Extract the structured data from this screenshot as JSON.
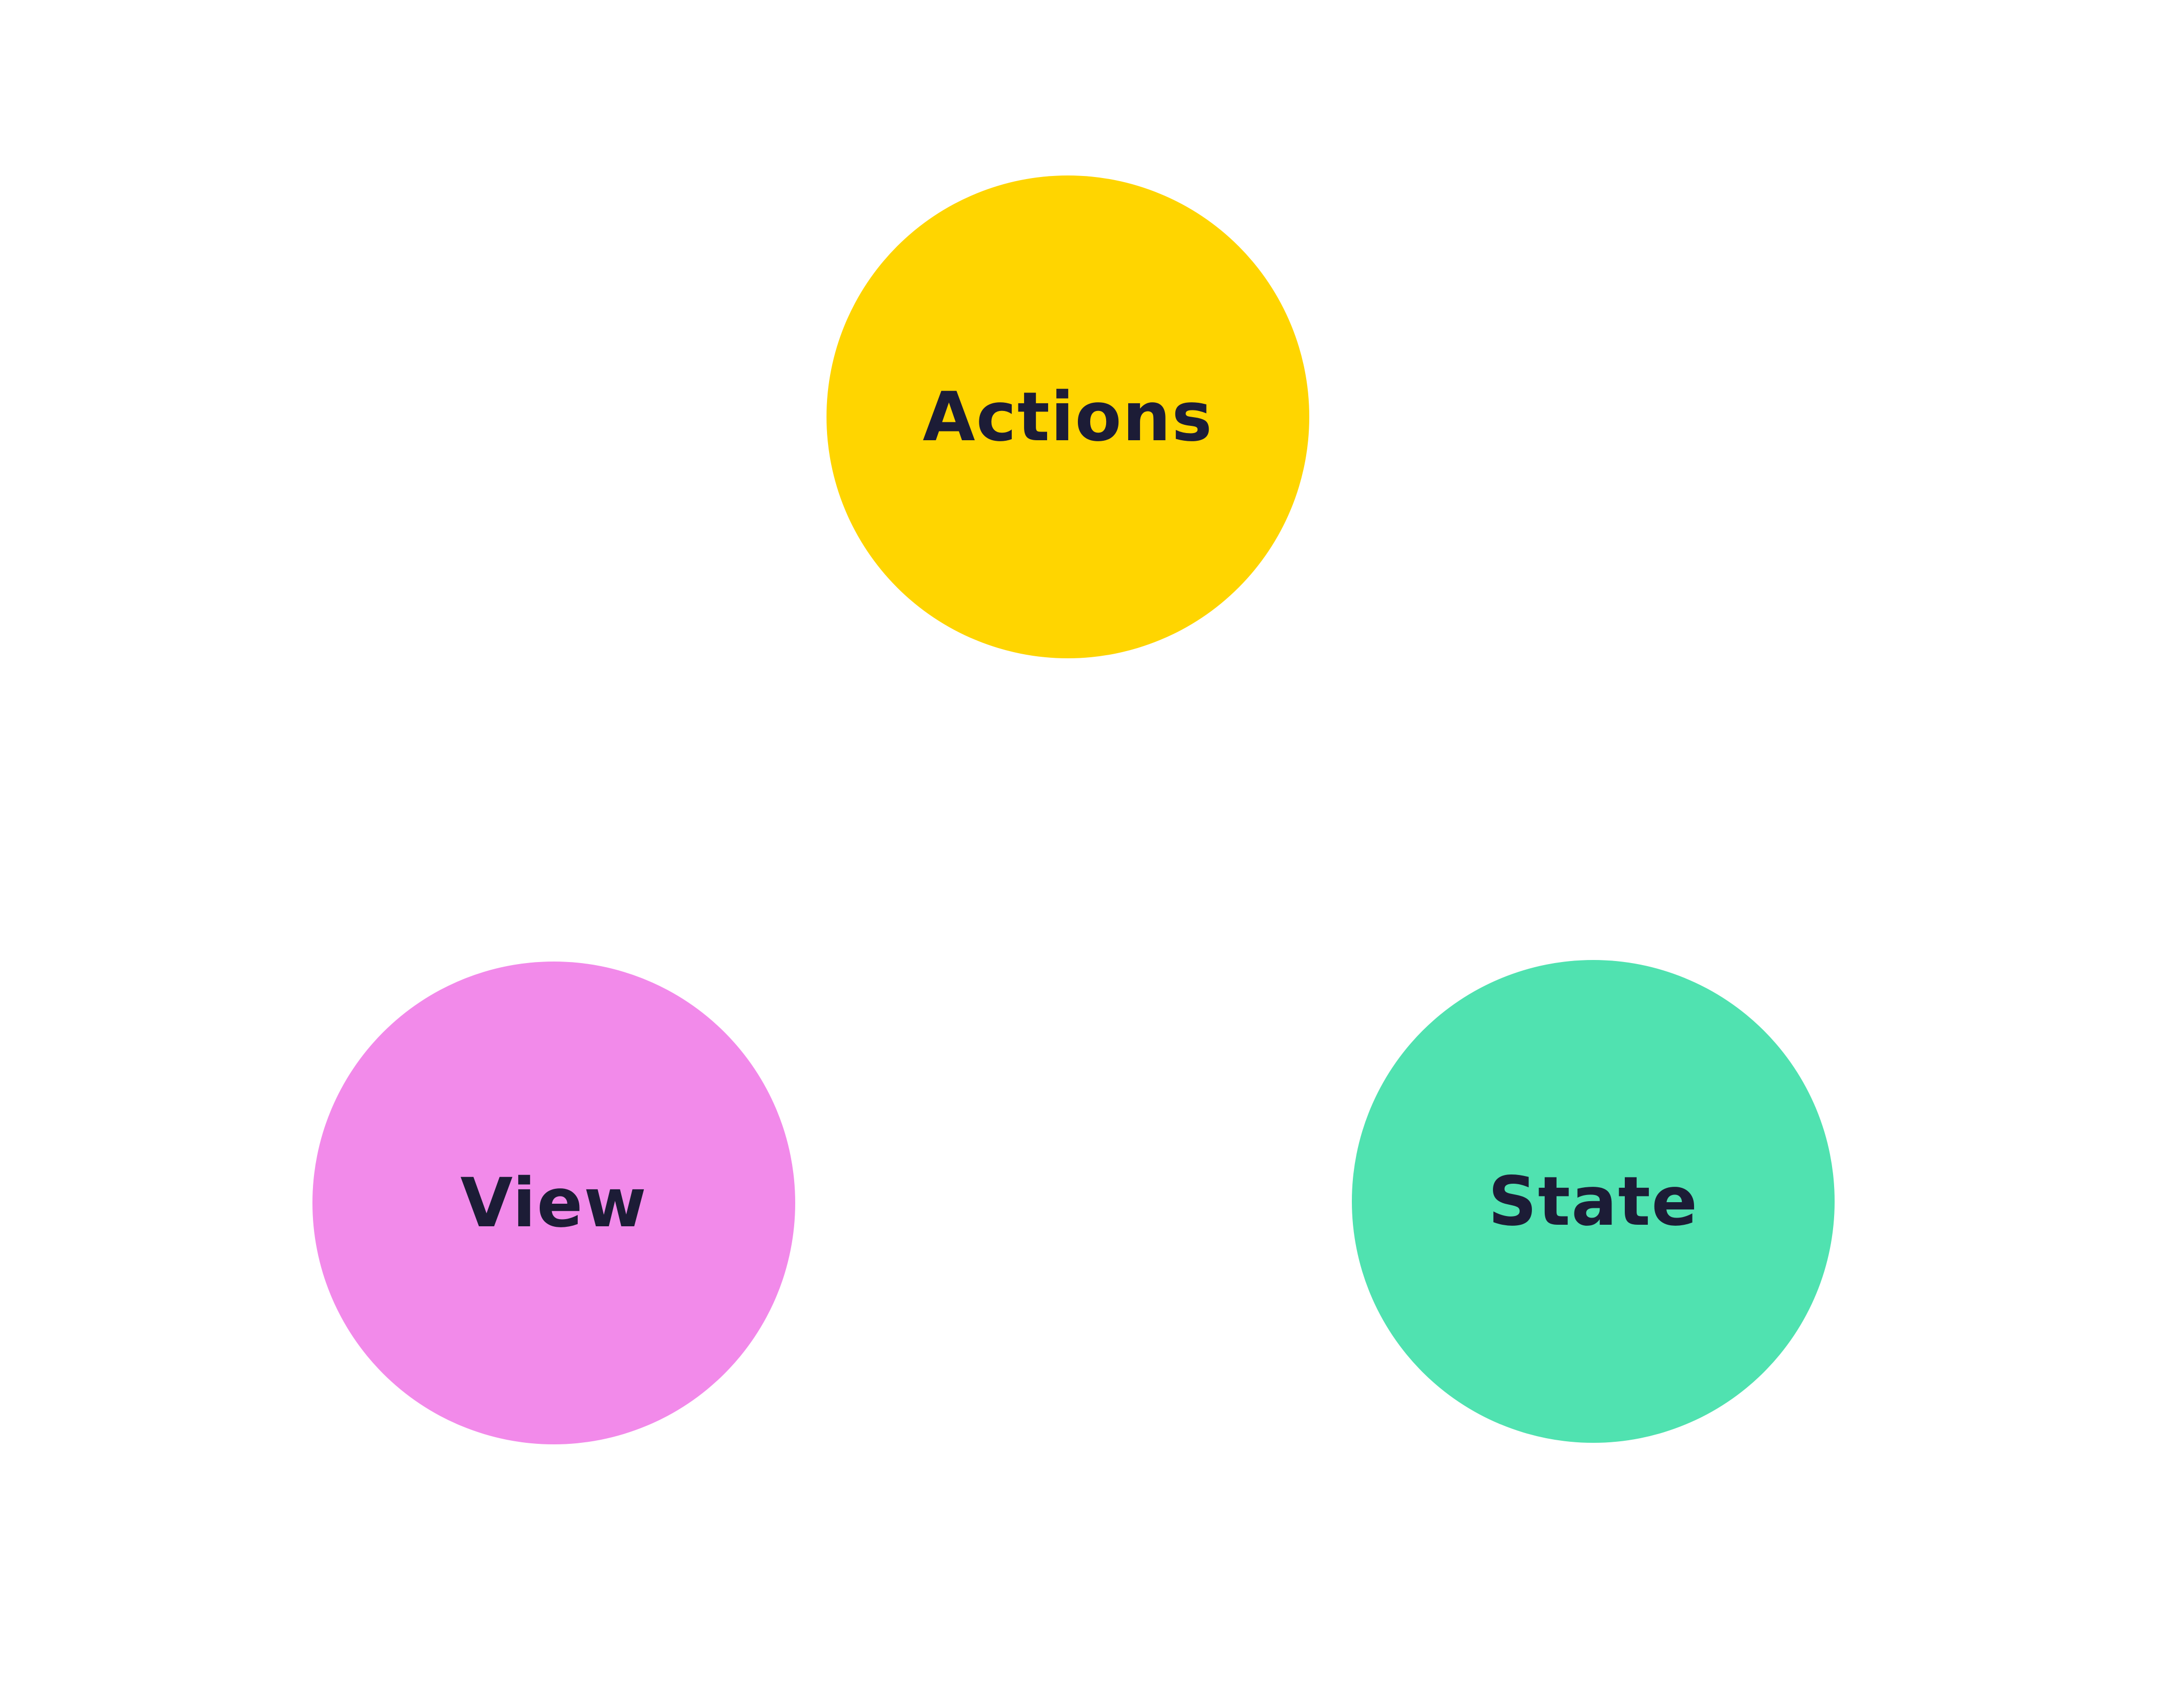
{
  "diagram": {
    "nodes": [
      {
        "id": "actions",
        "label": "Actions",
        "color": "#FFD500"
      },
      {
        "id": "view",
        "label": "View",
        "color": "#F28AEA"
      },
      {
        "id": "state",
        "label": "State",
        "color": "#50E2B0"
      }
    ],
    "text_color": "#1C1C36",
    "background": "#FFFFFF"
  }
}
